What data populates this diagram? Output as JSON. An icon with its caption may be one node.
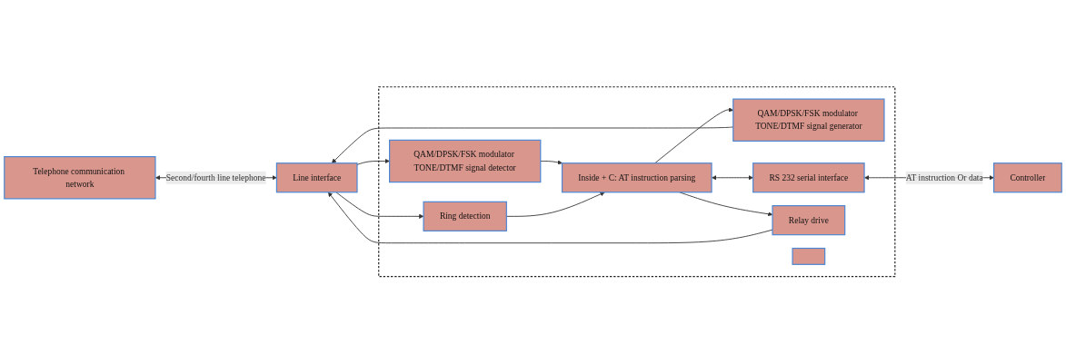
{
  "diagram": {
    "nodes": [
      {
        "text": [
          "Telephone communication network"
        ]
      },
      {
        "text": [
          "Line interface"
        ]
      },
      {
        "text": [],
        "shape": "box"
      },
      {
        "text": [
          "QAM/DPSK/FSK modulator TONE/DTMF signal generator"
        ],
        "in": 2
      },
      {
        "text": [
          "QAM/DPSK/FSK modulator TONE/DTMF signal detector"
        ],
        "in": 2
      },
      {
        "text": [
          "Inside + C: AT instruction parsing"
        ],
        "in": 2
      },
      {
        "text": [
          "RS 232 serial interface"
        ],
        "in": 2
      },
      {
        "text": [
          "Ring detection"
        ],
        "in": 2
      },
      {
        "text": [
          "Relay drive"
        ],
        "in": 2
      },
      {
        "text": [],
        "shape": "box",
        "in": 2
      },
      {
        "text": [
          "Controller"
        ]
      }
    ],
    "edges": [
      {
        "from": 0,
        "to": 1,
        "arrow": "both",
        "label": "Second/fourth line telephone"
      },
      {
        "from": 3,
        "to": 1,
        "arrow": "to"
      },
      {
        "from": 1,
        "to": 4,
        "arrow": "to"
      },
      {
        "from": 4,
        "to": 5,
        "arrow": "to"
      },
      {
        "from": 5,
        "to": 3,
        "arrow": "to"
      },
      {
        "from": 5,
        "to": 6,
        "arrow": "both"
      },
      {
        "from": 6,
        "to": 10,
        "arrow": "both",
        "label": "AT instruction Or data"
      },
      {
        "from": 1,
        "to": 7,
        "arrow": "to"
      },
      {
        "from": 7,
        "to": 5,
        "arrow": "to"
      },
      {
        "from": 5,
        "to": 8,
        "arrow": "to"
      },
      {
        "from": 8,
        "to": 1,
        "arrow": "to"
      }
    ]
  }
}
